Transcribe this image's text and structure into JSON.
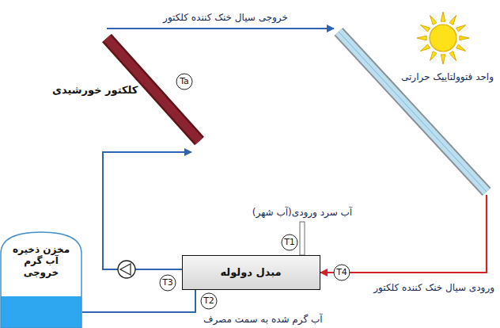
{
  "diagram": {
    "nodes": [
      {
        "text": [
          "کلکتور خورشیدی"
        ]
      },
      {
        "text": [
          "Ta"
        ]
      },
      {
        "text": [
          "واحد فتوولتاییک حرارتی"
        ]
      },
      {
        "text": [
          "T1"
        ]
      },
      {
        "text": [
          "مبدل دولوله"
        ]
      },
      {
        "text": [
          "T3"
        ]
      },
      {
        "text": [
          "T4"
        ]
      },
      {
        "text": [
          "T2"
        ]
      },
      {
        "text": [
          "مخزن ذخیره آب گرم خروجی"
        ]
      }
    ],
    "edges": [
      {
        "from": 0,
        "to": 2,
        "arrow": "to",
        "label": "خروجی سیال خنک کننده کلکتور"
      },
      {
        "from": 2,
        "to": 4,
        "arrow": "to",
        "label": "ورودی سیال خنک کننده کلکتور"
      },
      {
        "from": 4,
        "to": 0,
        "arrow": "to"
      },
      {
        "from": 4,
        "to": 8,
        "arrow": "none",
        "label": "آب گرم شده به سمت مصرف"
      }
    ],
    "labels": [
      "آب سرد ورودی(آب شهر)"
    ]
  }
}
